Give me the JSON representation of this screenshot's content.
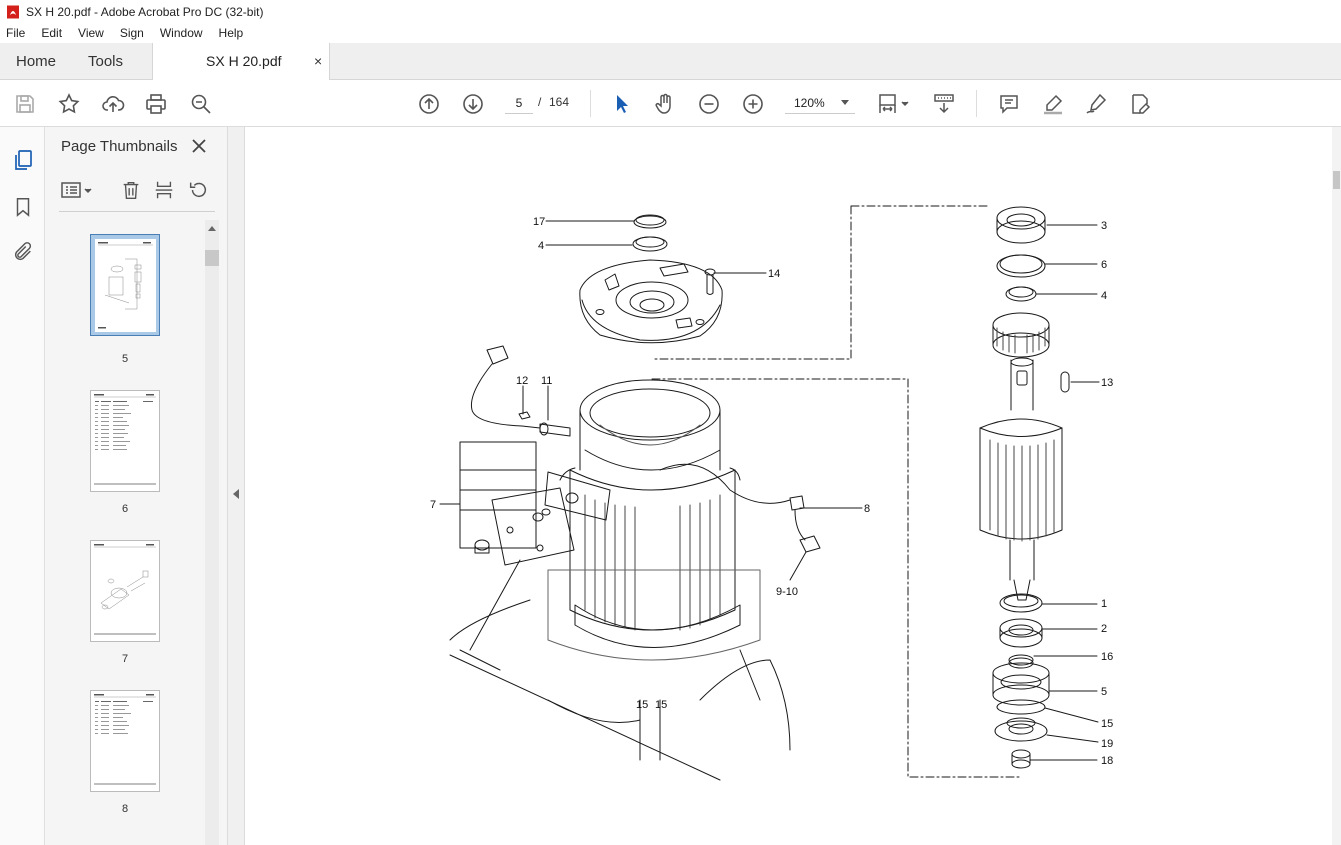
{
  "window": {
    "title": "SX H 20.pdf - Adobe Acrobat Pro DC (32-bit)"
  },
  "menu": {
    "items": [
      "File",
      "Edit",
      "View",
      "Sign",
      "Window",
      "Help"
    ]
  },
  "tabs": {
    "home": "Home",
    "tools": "Tools",
    "document": "SX H 20.pdf",
    "close": "×"
  },
  "toolbar": {
    "current_page": "5",
    "page_separator": "/",
    "page_count": "164",
    "zoom": "120%"
  },
  "thumbnail_panel": {
    "title": "Page Thumbnails",
    "close": "✕",
    "thumbnails": [
      {
        "label": "5",
        "selected": true
      },
      {
        "label": "6",
        "selected": false
      },
      {
        "label": "7",
        "selected": false
      },
      {
        "label": "8",
        "selected": false
      }
    ]
  },
  "drawing": {
    "callouts": [
      "17",
      "4",
      "14",
      "12",
      "11",
      "7",
      "8",
      "9-10",
      "3",
      "6",
      "4",
      "13",
      "1",
      "2",
      "16",
      "5",
      "15",
      "19",
      "18",
      "15",
      "15"
    ]
  },
  "colors": {
    "accent_blue": "#1a5fb4",
    "selected_thumb": "#aac9e6",
    "acrobat_red": "#d4201a"
  }
}
